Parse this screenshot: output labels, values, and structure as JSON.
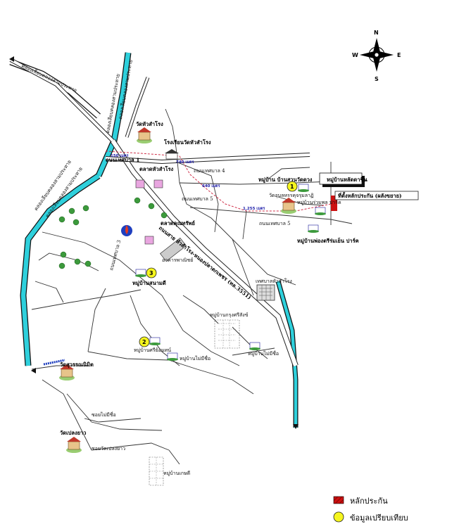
{
  "compass": {
    "n": "N",
    "s": "S",
    "e": "E",
    "w": "W"
  },
  "labels": {
    "canal_left_1": "คลองเลียบคลองสามประหาย",
    "canal_left_2": "คลองเลียบคลองสามประหาย",
    "canal_top_1": "คลองเลียบคลองสามประหาย",
    "canal_top_2": "คลองเลียบคลองสามประหาย",
    "wat_hua_samrong": "วัดหัวสำโรง",
    "school_wat": "โรงเรียนวัดหัวสำโรง",
    "road_thesaban1": "ถนนเทศบาล 1",
    "market_hua_samrong": "ตลาดหัวสำโรง",
    "road_thesaban4": "ถนนเทศบาล 4",
    "road_thesaban5": "ถนนเทศบาล 5",
    "road_thesaban3": "ถนนเทศบาล 3",
    "road_thesaban5b": "ถนนเทศบาล 5",
    "village_ban_suan": "หมู่บ้าน บ้านสวนวัดดวง",
    "village_hattasin": "หมู่บ้านหลัดดาชิน",
    "temple_wat_ubon": "วัดอุบลหรรคุจรุมลาฏิ",
    "village_rimphon": "หมู่บ้านร่วมพล ปาร์ค",
    "pillar_site": "ที่ตั้งหลักประกัน (ผลังขยาย)",
    "village_muang": "หมู่บ้านพ่องตรีร่มเย็น ปาร์ค",
    "market_khlong": "ตลาดคุณทรัพย์",
    "main_road": "ถนนสาย หัวสำโรง-หนองปลาดกเพชร (ทล.3551)",
    "commercial": "อาคารพาณิชย์",
    "village_sanamdee": "หมู่บ้านสนามดี",
    "thesaban_office": "เทศบาลหัวสำโรง",
    "village_krung": "หมู่บ้านกรุงศรีสังข์",
    "village_sriyon": "หมู่บ้านศรีย้อนทน์",
    "village_mai_sue": "หมู่บ้านไม่มีชื่อ",
    "village_mai_sue2": "หมู่บ้านไม่มีชื่อ",
    "wat_sawan": "วัดสุวรรณนิมิต",
    "soi_mai_sue": "ซอยไม่มีชื่อ",
    "wat_plong_yao": "วัดเปลงยาว",
    "soi_wat_plong": "ซอยวัดเปลงยาว",
    "village_kasem": "หมู่บ้านเกษดี",
    "dist_1": "150 เมตร",
    "dist_2": "740 เมตร",
    "dist_3": "640 เมตร",
    "dist_4": "1,255 เมตร",
    "num_1": "1",
    "num_2": "2",
    "num_3": "3"
  },
  "legend": {
    "pillar": "หลักประกัน",
    "comparable": "ข้อมูลเปรียบเทียบ"
  },
  "colors": {
    "canal": "#2ed0dc",
    "pillar": "#cc1111",
    "marker": "#f5f51e",
    "route": "#d0304a"
  }
}
